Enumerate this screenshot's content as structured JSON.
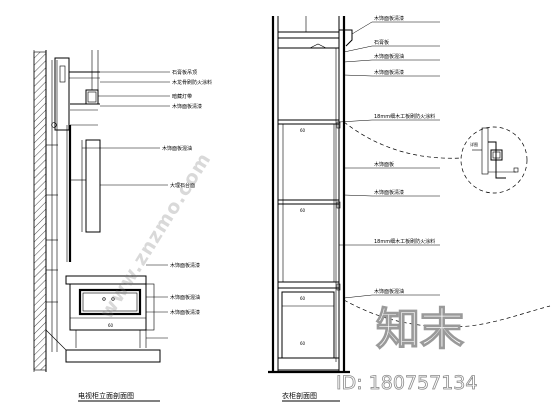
{
  "drawing_left": {
    "caption": "电视柜立面剖面图",
    "callouts": [
      "石膏板吊顶",
      "木龙骨刷防火涂料",
      "暗藏灯带",
      "木饰面板清漆",
      "木饰面板混油",
      "大理石台面",
      "木饰面板清漆",
      "木饰面板混油",
      "木饰面板清漆"
    ],
    "dimension_label": "60"
  },
  "drawing_right": {
    "caption": "衣柜剖面图",
    "callouts": [
      "木饰面板清漆",
      "石膏板",
      "木饰面板混油",
      "木饰面板清漆",
      "18mm细木工板刷防火涂料",
      "木饰面板",
      "木饰面板清漆",
      "18mm细木工板刷防火涂料",
      "木饰面板混油"
    ],
    "shelf_marks": [
      "60",
      "60",
      "60",
      "60"
    ]
  },
  "detail": {
    "label": "详图"
  },
  "watermark": {
    "diagonal": "www.znzmo.com",
    "brand": "知末",
    "id": "ID: 180757134"
  }
}
